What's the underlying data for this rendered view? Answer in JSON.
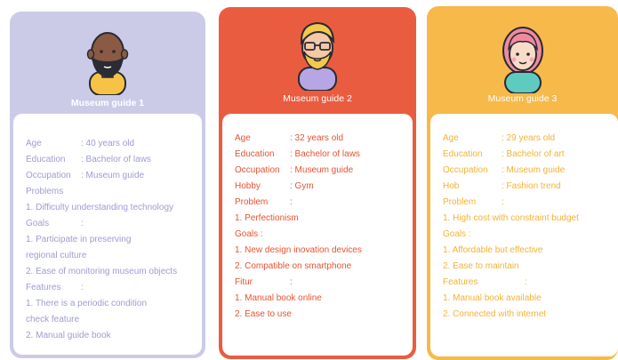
{
  "cards": [
    {
      "title": "Museum guide 1",
      "rows": [
        {
          "label": "Age",
          "value": ": 40 years old"
        },
        {
          "label": "Education",
          "value": ": Bachelor of laws"
        },
        {
          "label": "Occupation",
          "value": ": Museum guide"
        },
        {
          "text": "Problems"
        },
        {
          "text": "1. Difficulty understanding technology"
        },
        {
          "label": "Goals",
          "value": ":"
        },
        {
          "text": "1. Participate in preserving"
        },
        {
          "text": "regional culture"
        },
        {
          "text": "2. Ease of monitoring museum objects"
        },
        {
          "label": "Features",
          "value": ":"
        },
        {
          "text": "1. There is a periodic condition"
        },
        {
          "text": "check feature"
        },
        {
          "text": "2. Manual guide book"
        }
      ]
    },
    {
      "title": "Museum guide 2",
      "rows": [
        {
          "label": "Age",
          "value": ": 32 years old"
        },
        {
          "label": "Education",
          "value": ": Bachelor of laws"
        },
        {
          "label": "Occupation",
          "value": ": Museum guide"
        },
        {
          "label": "Hobby",
          "value": ": Gym"
        },
        {
          "label": "Problem",
          "value": ":"
        },
        {
          "text": "1. Perfectionism"
        },
        {
          "text": "Goals   :"
        },
        {
          "text": "1. New design inovation devices"
        },
        {
          "text": "2. Compatible on smartphone"
        },
        {
          "label": "Fitur",
          "value": ":"
        },
        {
          "text": "1. Manual book online"
        },
        {
          "text": "2. Ease to use"
        }
      ]
    },
    {
      "title": "Museum guide 3",
      "rows": [
        {
          "label": "Age",
          "value": ": 29 years old"
        },
        {
          "label": "Education",
          "value": ": Bachelor of art"
        },
        {
          "label": "Occupation",
          "value": ": Museum guide"
        },
        {
          "label": "Hob",
          "value": ": Fashion trend"
        },
        {
          "label": "Problem",
          "value": ":"
        },
        {
          "text": "1.  High cost with constraint budget"
        },
        {
          "text": "Goals  :"
        },
        {
          "text": "1. Affordable but effective"
        },
        {
          "text": "2. Ease to maintain"
        },
        {
          "label": "Features",
          "value": ":"
        },
        {
          "text": "1. Manual book available"
        },
        {
          "text": "2. Connected with internet"
        }
      ]
    }
  ]
}
